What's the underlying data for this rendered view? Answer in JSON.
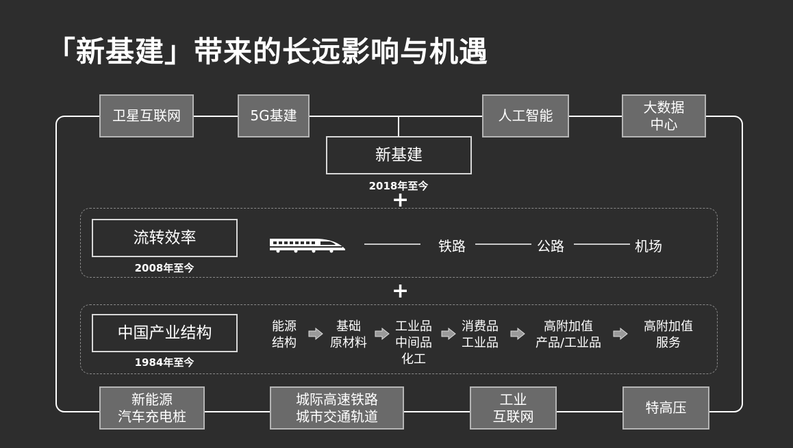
{
  "title": "「新基建」带来的长远影响与机遇",
  "new_infra": {
    "label": "新基建",
    "since": "2018年至今"
  },
  "top_items": [
    "卫星互联网",
    "5G基建",
    "人工智能",
    "大数据\n中心"
  ],
  "bottom_items": [
    "新能源\n汽车充电桩",
    "城际高速铁路\n城市交通轨道",
    "工业\n互联网",
    "特高压"
  ],
  "circulation": {
    "label": "流转效率",
    "since": "2008年至今",
    "icon": "high-speed-train-icon",
    "modes": [
      "铁路",
      "公路",
      "机场"
    ]
  },
  "industry": {
    "label": "中国产业结构",
    "since": "1984年至今",
    "steps": [
      "能源\n结构",
      "基础\n原材料",
      "工业品\n中间品\n化工",
      "消费品\n工业品",
      "高附加值\n产品/工业品",
      "高附加值\n服务"
    ]
  },
  "plus_sign": "+",
  "colors": {
    "background": "#2d2d2d",
    "grey_box": "#6a6a6a",
    "line": "#ffffff"
  }
}
